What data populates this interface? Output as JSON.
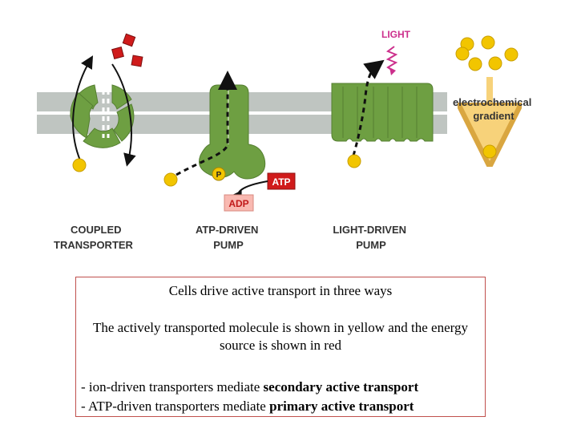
{
  "figure": {
    "labels": {
      "coupled_transporter": [
        "COUPLED",
        "TRANSPORTER"
      ],
      "atp_driven_pump": [
        "ATP-DRIVEN",
        "PUMP"
      ],
      "light_driven_pump": [
        "LIGHT-DRIVEN",
        "PUMP"
      ],
      "light": "LIGHT",
      "gradient": [
        "electrochemical",
        "gradient"
      ],
      "atp": "ATP",
      "adp": "ADP",
      "phosphate": "P"
    },
    "colors": {
      "membrane": "#bfc5c1",
      "protein": "#6e9f42",
      "protein_dark": "#557f31",
      "transported": "#f2c500",
      "energy": "#d01b1b",
      "light": "#cc2f8c",
      "gradient_arrow": "#f7d27a"
    }
  },
  "caption": {
    "title": "Cells drive active transport in three ways",
    "description": "The actively transported molecule is shown in yellow and the energy source is shown in red",
    "bullet1_prefix": "- ion-driven transporters mediate ",
    "bullet1_bold": "secondary active transport",
    "bullet2_prefix": "- ATP-driven transporters mediate ",
    "bullet2_bold": "primary active transport"
  }
}
